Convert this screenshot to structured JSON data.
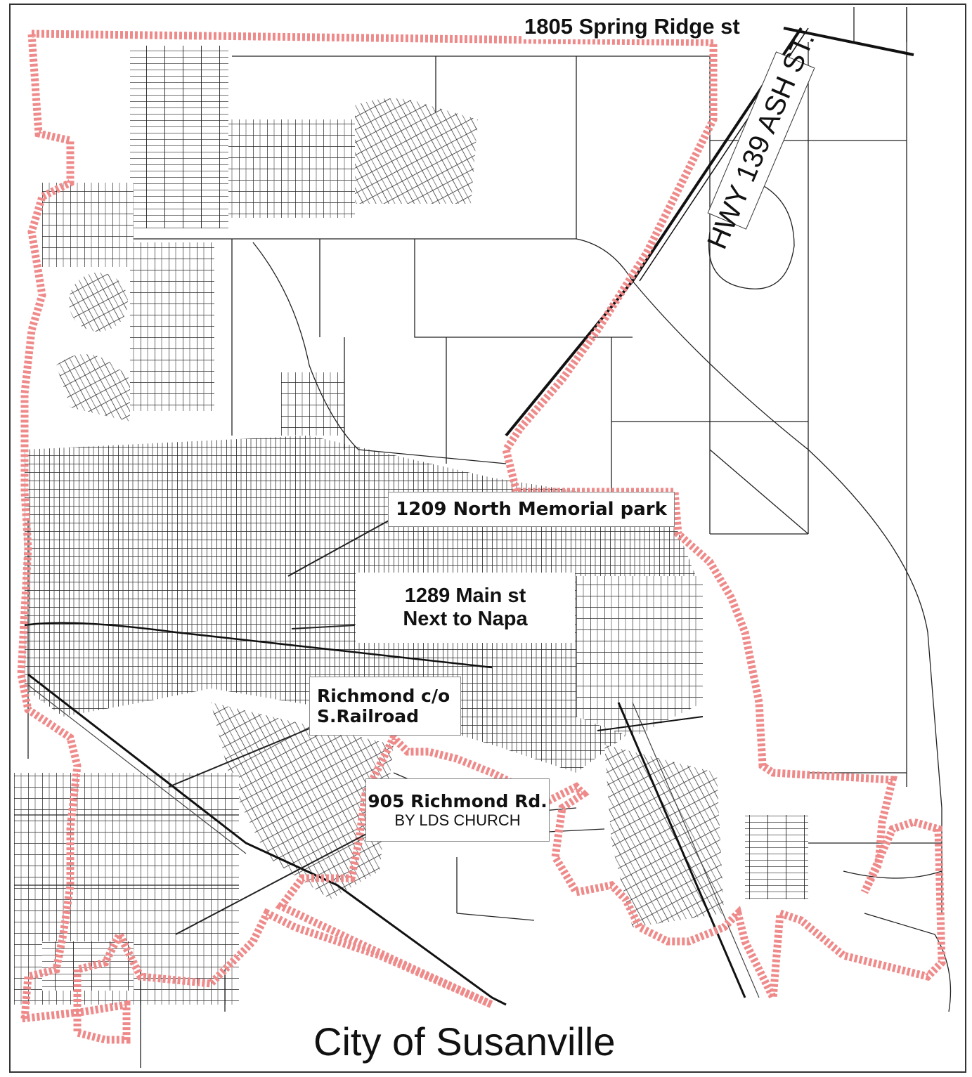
{
  "map": {
    "title": "City of Susanville",
    "boundary_color": "#ef8a8a",
    "street_color": "#222222"
  },
  "labels": {
    "spring_ridge": "1805 Spring Ridge st",
    "hwy": "HWY 139 ASH ST.",
    "north_memorial": "1209 North Memorial park",
    "main_st_line1": "1289 Main st",
    "main_st_line2": "Next to Napa",
    "richmond_line1": "Richmond c/o",
    "richmond_line2": "S.Railroad",
    "richmond_rd_line1": "905 Richmond Rd.",
    "richmond_rd_line2": "BY LDS CHURCH"
  }
}
